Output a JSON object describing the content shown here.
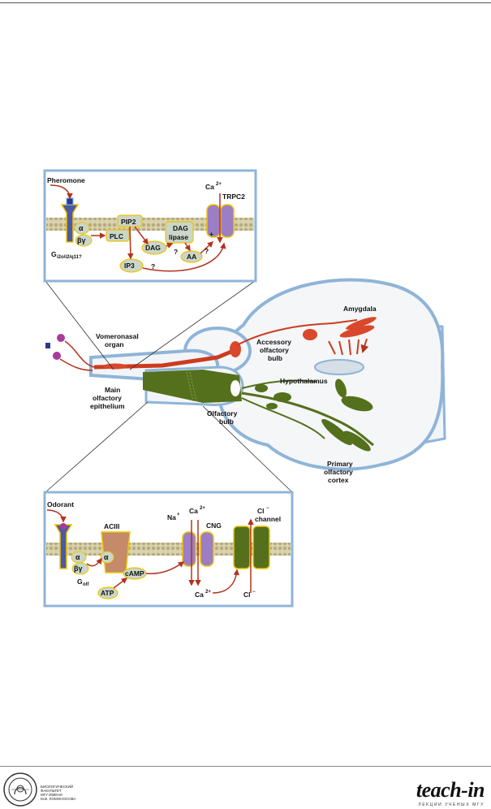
{
  "top_panel": {
    "pheromone": "Pheromone",
    "ca2": "Ca",
    "ca2_sup": "2+",
    "trpc2": "TRPC2",
    "alpha": "α",
    "beta_gamma": "βγ",
    "plc": "PLC",
    "pip2": "PIP2",
    "dag": "DAG",
    "dag_lipase_1": "DAG",
    "dag_lipase_2": "lipase",
    "g_prefix": "G",
    "g_sub": "i2o/i2/q11?",
    "ip3": "IP3",
    "aa": "AA",
    "q": "?",
    "plus": "+"
  },
  "brain": {
    "vomeronasal_1": "Vomeronasal",
    "vomeronasal_2": "organ",
    "main_1": "Main",
    "main_2": "olfactory",
    "main_3": "epithelium",
    "accessory_1": "Accessory",
    "accessory_2": "olfactory",
    "accessory_3": "bulb",
    "amygdala": "Amygdala",
    "hypothalamus": "Hypothalamus",
    "olfactory_bulb_1": "Olfactory",
    "olfactory_bulb_2": "bulb",
    "primary_1": "Primary",
    "primary_2": "olfactory",
    "primary_3": "cortex"
  },
  "bottom_panel": {
    "odorant": "Odorant",
    "aciii": "ACIII",
    "na": "Na",
    "na_sup": "+",
    "ca2": "Ca",
    "ca2_sup": "2+",
    "cng": "CNG",
    "cl_channel_1": "Cl",
    "cl_sup": "−",
    "cl_channel_2": "channel",
    "alpha": "α",
    "beta_gamma": "βγ",
    "alpha2": "α",
    "g_prefix": "G",
    "g_sub": "olf",
    "camp": "cAMP",
    "atp": "ATP",
    "ca2_in": "Ca",
    "ca2_in_sup": "2+",
    "cl_in": "Cl",
    "cl_in_sup": "−"
  },
  "footer": {
    "logo_lines": [
      "БИОЛОГИЧЕСКИЙ",
      "ФАКУЛЬТЕТ",
      "МГУ ИМЕНИ",
      "М.В. ЛОМОНОСОВА"
    ],
    "brand": "teach-in",
    "brand_tag": "ЛЕКЦИИ УЧЕНЫХ МГУ"
  }
}
